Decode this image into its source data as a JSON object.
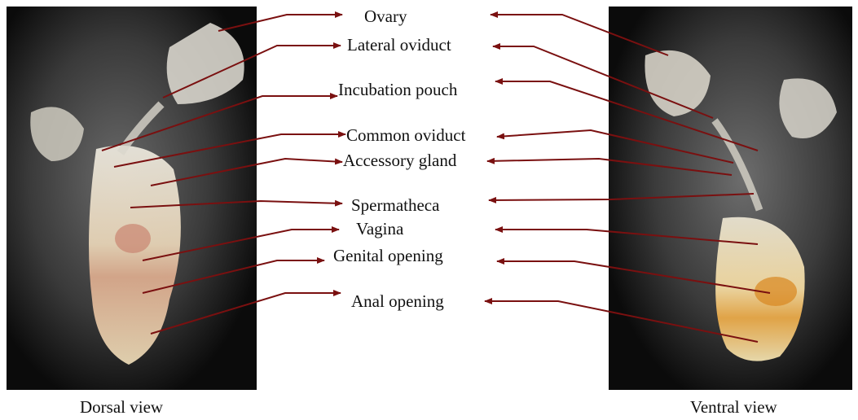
{
  "labels": {
    "ovary": "Ovary",
    "lateral_oviduct": "Lateral oviduct",
    "incubation_pouch": "Incubation pouch",
    "common_oviduct": "Common oviduct",
    "accessory_gland": "Accessory gland",
    "spermatheca": "Spermatheca",
    "vagina": "Vagina",
    "genital_opening": "Genital opening",
    "anal_opening": "Anal opening"
  },
  "captions": {
    "dorsal": "Dorsal view",
    "ventral": "Ventral view"
  },
  "colors": {
    "arrow": "#7a1010",
    "background": "#ffffff"
  }
}
